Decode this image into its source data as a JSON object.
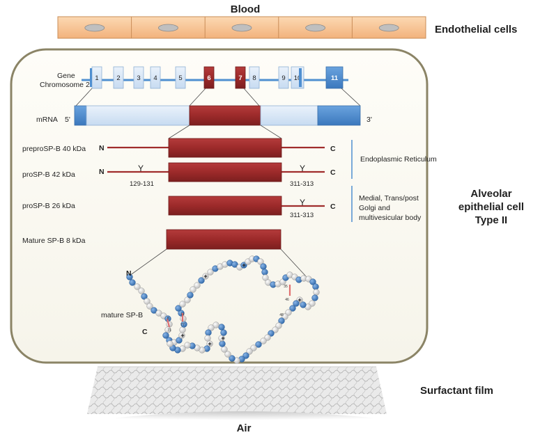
{
  "labels": {
    "blood": "Blood",
    "endothelial": "Endothelial cells",
    "alveolar": [
      "Alveolar",
      "epithelial cell",
      "Type II"
    ],
    "surfactant": "Surfactant film",
    "air": "Air"
  },
  "gene": {
    "title_line1": "Gene",
    "title_line2": "Chromosome 2",
    "exons": [
      "1",
      "2",
      "3",
      "4",
      "5",
      "6",
      "7",
      "8",
      "9",
      "10",
      "11"
    ]
  },
  "mrna": {
    "label": "mRNA",
    "five_prime": "5'",
    "three_prime": "3'"
  },
  "proteins": [
    {
      "label": "preproSP-B 40 kDa",
      "n": "N",
      "c": "C"
    },
    {
      "label": "proSP-B 42 kDa",
      "n": "N",
      "c": "C",
      "site_left": "129-131",
      "site_right": "311-313"
    },
    {
      "label": "proSP-B 26 kDa",
      "c": "C",
      "site_right": "311-313"
    },
    {
      "label": "Mature SP-B 8 kDa"
    }
  ],
  "compartments": {
    "er": "Endoplasmic Reticulum",
    "golgi": [
      "Medial, Trans/post",
      "Golgi and",
      "multivesicular body"
    ]
  },
  "glycosylation_symbol": "Y",
  "mature": {
    "label": "mature SP-B",
    "n": "N",
    "c": "C",
    "charge_symbol": "+",
    "residues": [
      "8",
      "11",
      "71",
      "77",
      "35",
      "46",
      "48"
    ]
  },
  "colors": {
    "exon_light": "#d6e6f7",
    "exon_blue": "#4f8fd0",
    "exon_red": "#9c2a2a",
    "protein": "#a02c2c",
    "cell_fill": "#fdfcf6",
    "cell_border": "#8b8466",
    "endo_fill": "#f8c79a",
    "bead_blue": "#3d7cc4",
    "bead_white": "#eeeeee"
  }
}
